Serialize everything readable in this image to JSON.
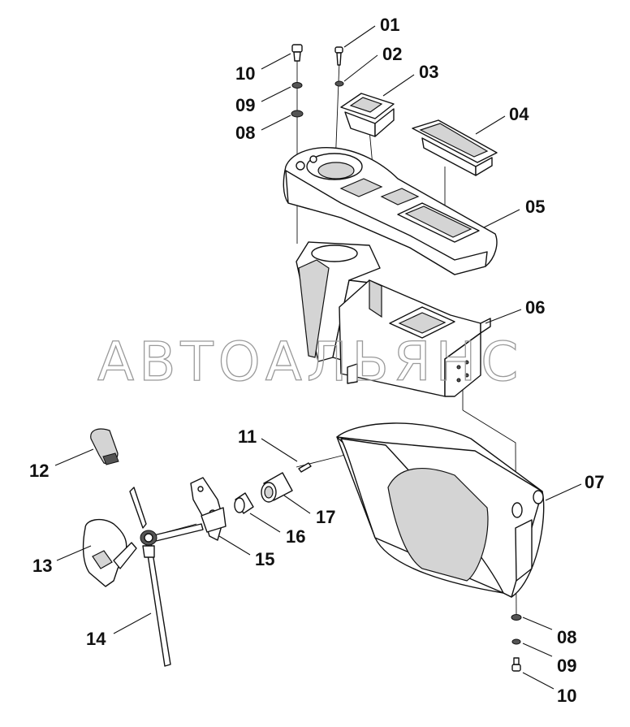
{
  "watermark": "АВТОАЛЬЯНС",
  "callouts": {
    "c01": "01",
    "c02": "02",
    "c03": "03",
    "c04": "04",
    "c05": "05",
    "c06": "06",
    "c07": "07",
    "c08_top": "08",
    "c09_top": "09",
    "c10_top": "10",
    "c11": "11",
    "c12": "12",
    "c13": "13",
    "c14": "14",
    "c15": "15",
    "c16": "16",
    "c17": "17",
    "c08_bottom": "08",
    "c09_bottom": "09",
    "c10_bottom": "10"
  }
}
